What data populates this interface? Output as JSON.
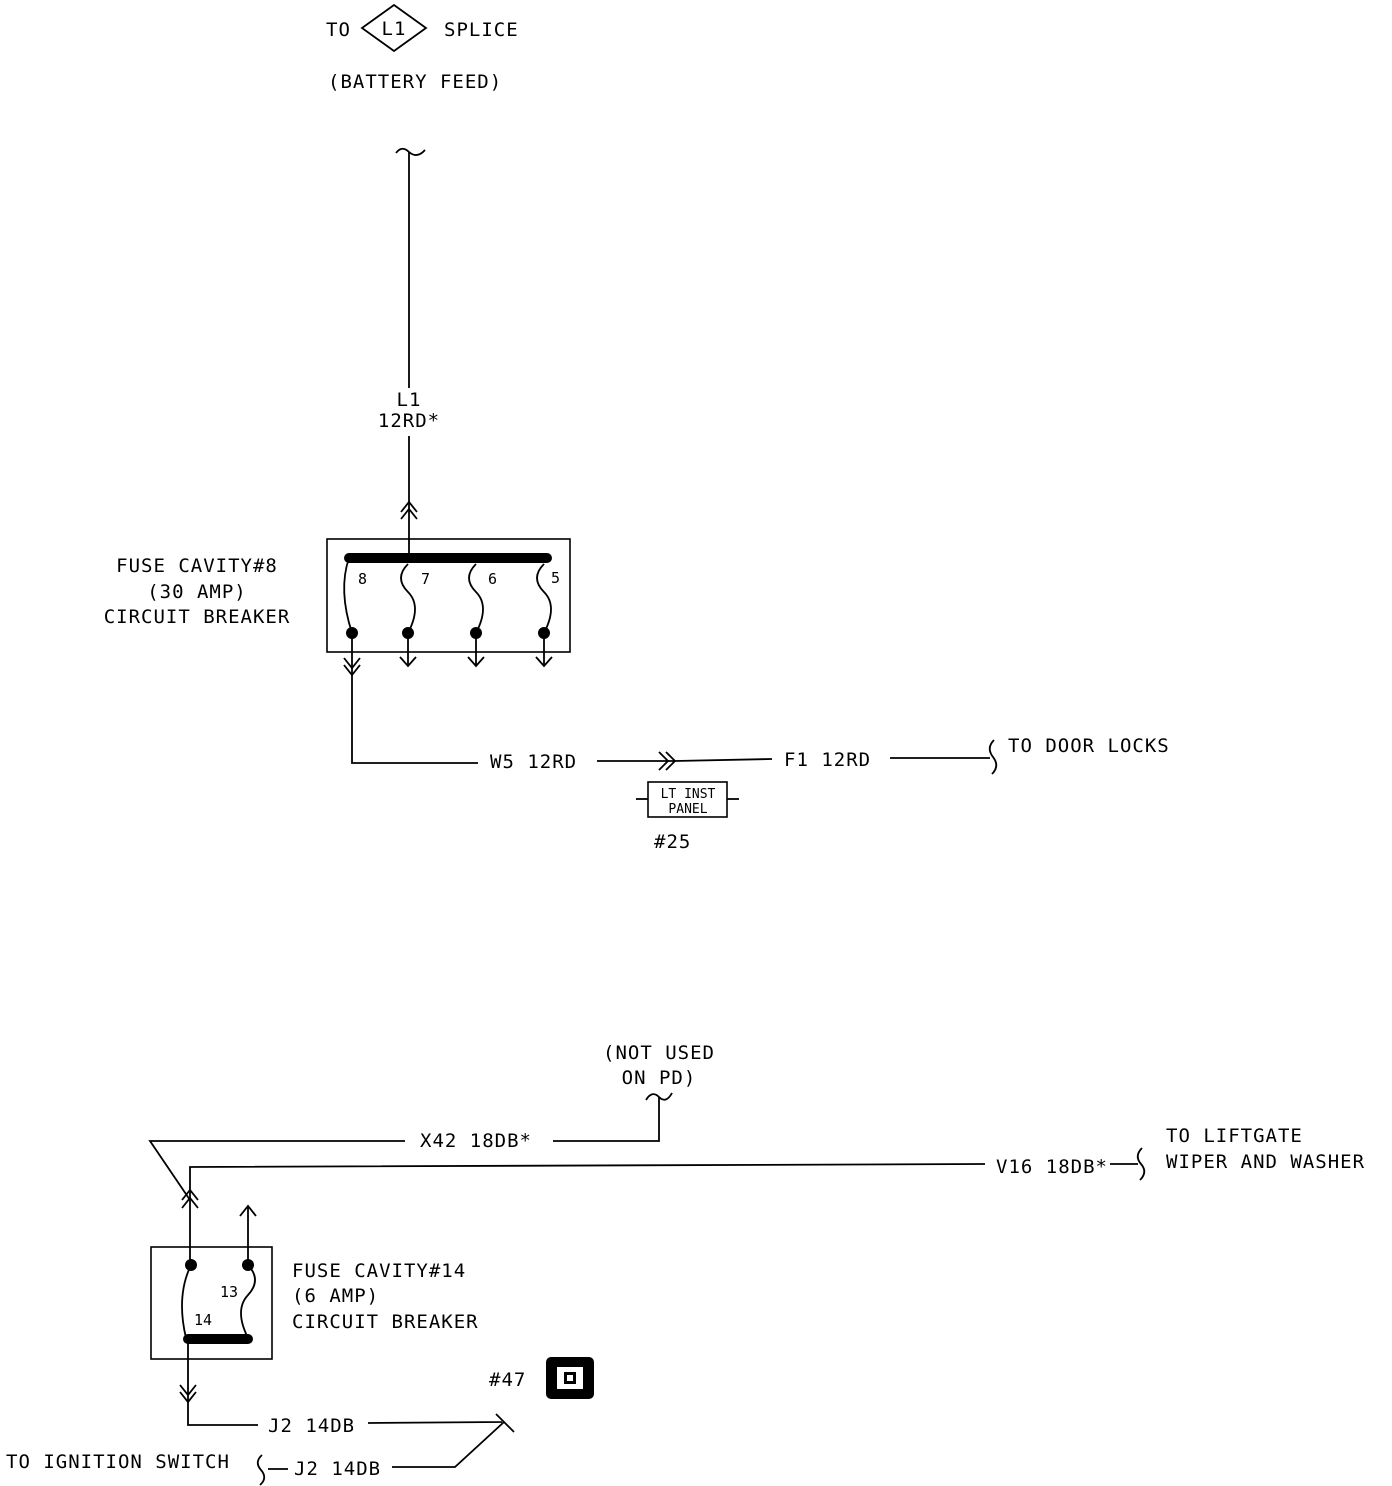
{
  "battery": {
    "to": "TO",
    "splice_id": "L1",
    "splice": "SPLICE",
    "feed": "(BATTERY FEED)",
    "wire_circuit": "L1",
    "wire_spec": "12RD*"
  },
  "fuse8": {
    "title": "FUSE CAVITY#8",
    "rating": "(30 AMP)",
    "type": "CIRCUIT BREAKER",
    "cavities": [
      "8",
      "7",
      "6",
      "5"
    ]
  },
  "door_locks": {
    "wire1": "W5 12RD",
    "connector_line1": "LT INST",
    "connector_line2": "PANEL",
    "connector_id": "#25",
    "wire2": "F1 12RD",
    "dest": "TO DOOR LOCKS"
  },
  "not_used": {
    "line1": "(NOT USED",
    "line2": "ON PD)",
    "wire": "X42 18DB*"
  },
  "liftgate": {
    "wire": "V16 18DB*",
    "line1": "TO LIFTGATE",
    "line2": "WIPER AND WASHER"
  },
  "fuse14": {
    "title": "FUSE CAVITY#14",
    "rating": "(6 AMP)",
    "type": "CIRCUIT BREAKER",
    "cavities": [
      "13",
      "14"
    ]
  },
  "ignition": {
    "connector_id": "#47",
    "wire_upper": "J2 14DB",
    "wire_lower": "J2 14DB",
    "dest": "TO IGNITION SWITCH"
  }
}
